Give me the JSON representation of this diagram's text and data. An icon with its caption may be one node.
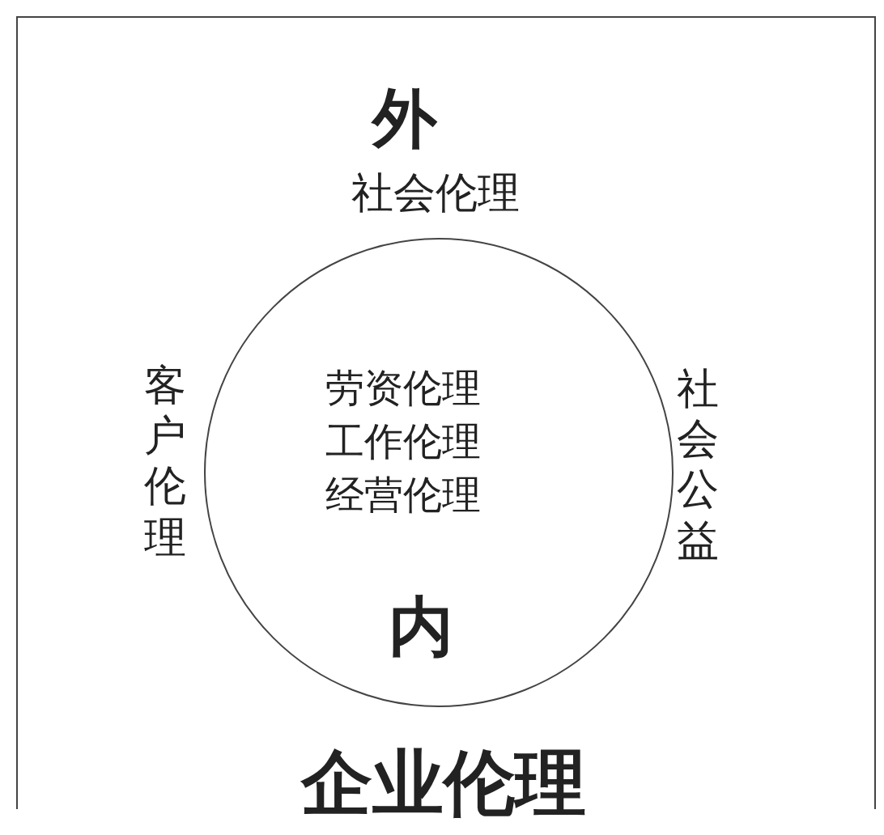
{
  "diagram": {
    "title": "企业伦理",
    "nodes": [
      {
        "text": [
          "劳资伦理",
          "工作伦理",
          "经营伦理",
          "内"
        ]
      }
    ],
    "labels": [
      "外",
      "社会伦理",
      "客户伦理",
      "社会公益"
    ]
  }
}
